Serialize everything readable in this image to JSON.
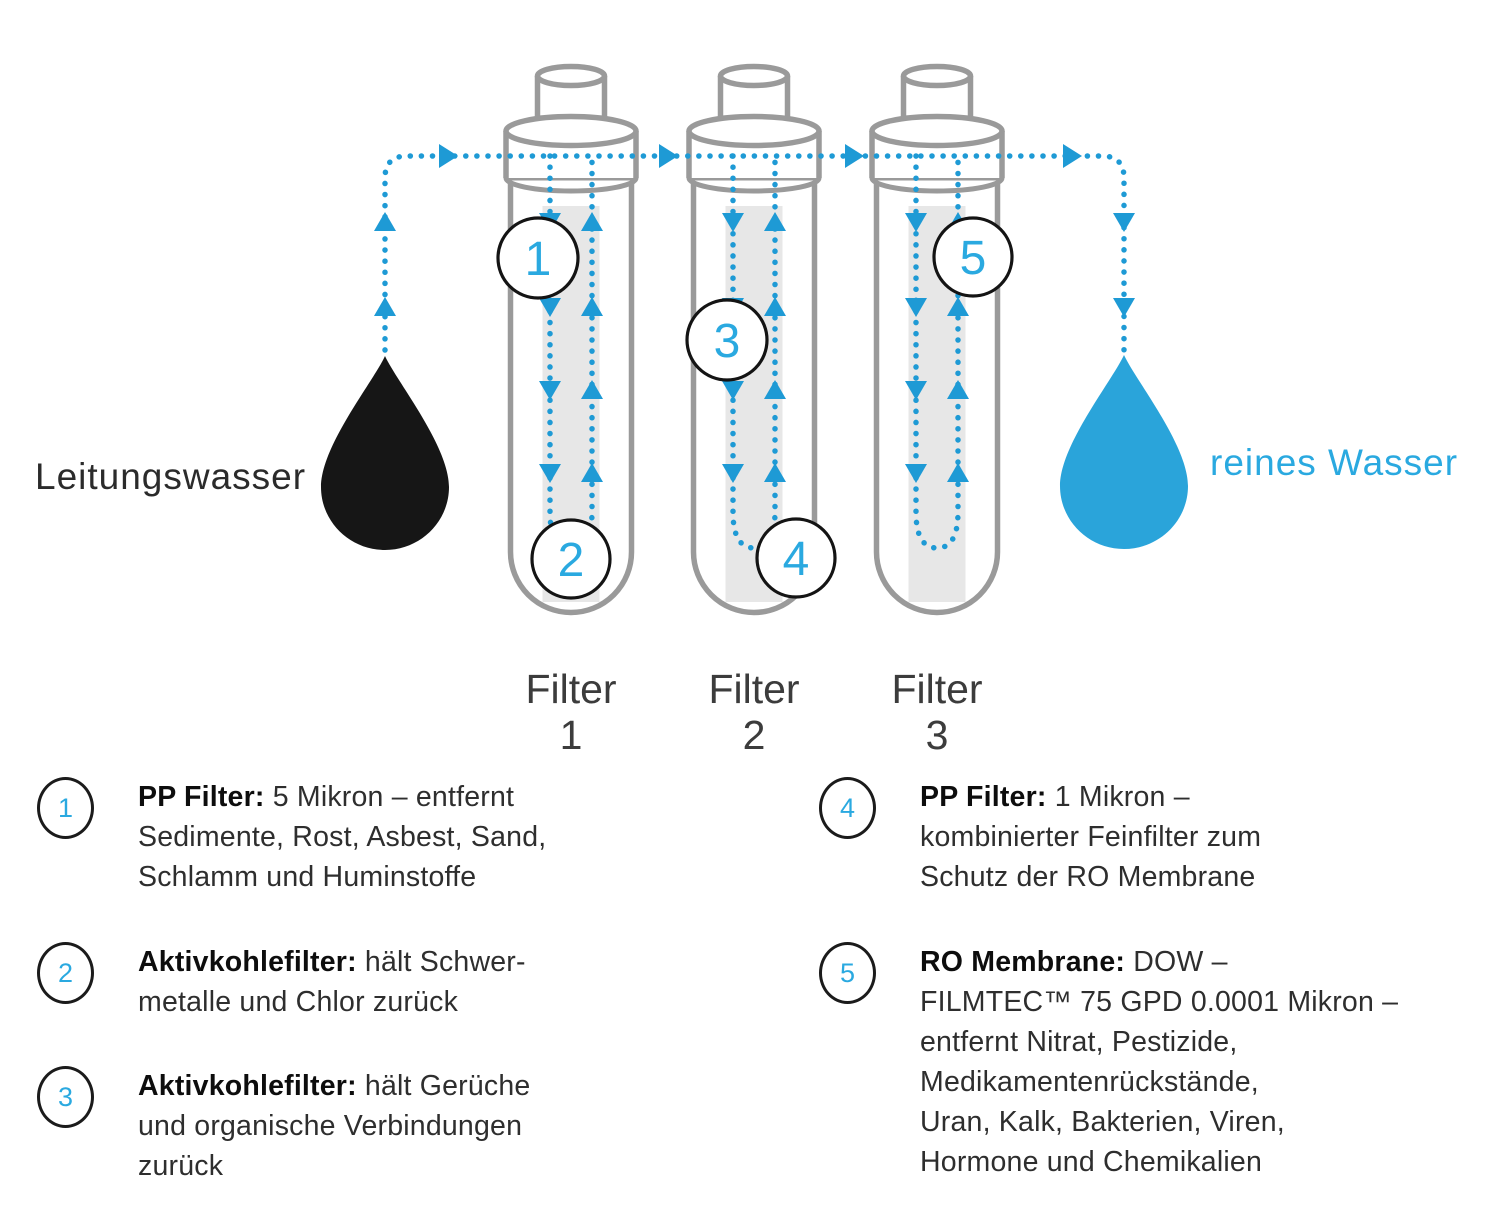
{
  "colors": {
    "flow_blue": "#1e9ad5",
    "drop_blue": "#2aa4da",
    "number_blue": "#2aa9e0",
    "tube_gray": "#9a9a9a",
    "strip_gray": "#e7e7e7",
    "ink_black": "#161616",
    "text_dark": "#2e2e2e"
  },
  "diagram": {
    "input_label": "Leitungswasser",
    "output_label": "reines Wasser",
    "filters": [
      {
        "label": "Filter",
        "number": "1"
      },
      {
        "label": "Filter",
        "number": "2"
      },
      {
        "label": "Filter",
        "number": "3"
      }
    ],
    "markers": [
      "1",
      "2",
      "3",
      "4",
      "5"
    ]
  },
  "legend": {
    "items": [
      {
        "num": "1",
        "label": "PP Filter:",
        "lines": [
          " 5 Mikron – entfernt",
          "Sedimente, Rost, Asbest, Sand,",
          "Schlamm und Huminstoffe"
        ]
      },
      {
        "num": "2",
        "label": "Aktivkohlefilter:",
        "lines": [
          " hält Schwer-",
          "metalle und Chlor zurück"
        ]
      },
      {
        "num": "3",
        "label": "Aktivkohlefilter:",
        "lines": [
          " hält Gerüche",
          "und organische Verbindungen",
          "zurück"
        ]
      },
      {
        "num": "4",
        "label": "PP Filter:",
        "lines": [
          " 1 Mikron –",
          "kombinierter Feinfilter zum",
          "Schutz der RO Membrane"
        ]
      },
      {
        "num": "5",
        "label": "RO Membrane:",
        "lines": [
          " DOW –",
          "FILMTEC™ 75 GPD 0.0001 Mikron –",
          "entfernt Nitrat, Pestizide,",
          "Medikamentenrückstände,",
          "Uran, Kalk, Bakterien, Viren,",
          "Hormone und Chemikalien"
        ]
      }
    ]
  }
}
